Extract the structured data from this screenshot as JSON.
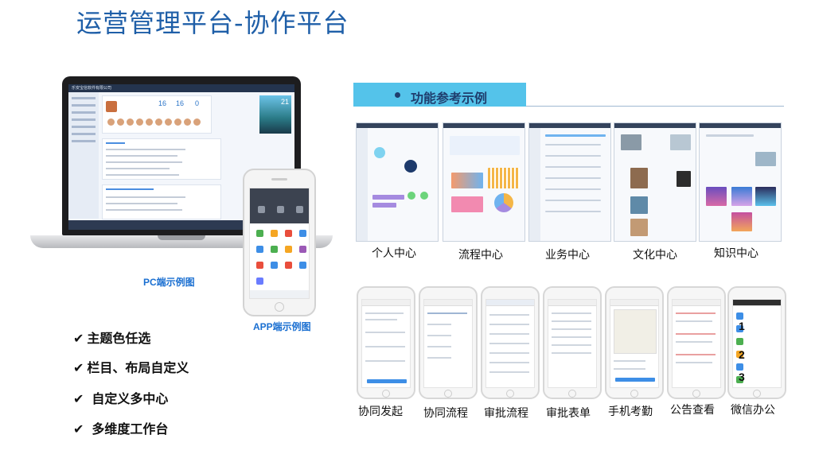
{
  "title": "运营管理平台-协作平台",
  "captions": {
    "pc": "PC端示例图",
    "app": "APP端示例图"
  },
  "laptop_screen": {
    "company": "乐安宝信软件有限公司",
    "stats": [
      "16",
      "16",
      "0"
    ],
    "weather": "21"
  },
  "features": [
    "主题色任选",
    "栏目、布局自定义",
    "自定义多中心",
    "多维度工作台"
  ],
  "section": {
    "label": "功能参考示例"
  },
  "web_shots": [
    {
      "caption": "个人中心"
    },
    {
      "caption": "流程中心"
    },
    {
      "caption": "业务中心"
    },
    {
      "caption": "文化中心"
    },
    {
      "caption": "知识中心"
    }
  ],
  "mobile_shots": [
    {
      "caption": "协同发起"
    },
    {
      "caption": "协同流程"
    },
    {
      "caption": "审批流程"
    },
    {
      "caption": "审批表单"
    },
    {
      "caption": "手机考勤"
    },
    {
      "caption": "公告查看"
    },
    {
      "caption": "微信办公"
    }
  ],
  "wechat_numbers": [
    "1",
    "2",
    "3"
  ],
  "colors": {
    "title": "#1f5fa8",
    "section_bg": "#54c3ea",
    "caption_blue": "#1a6fd1"
  }
}
